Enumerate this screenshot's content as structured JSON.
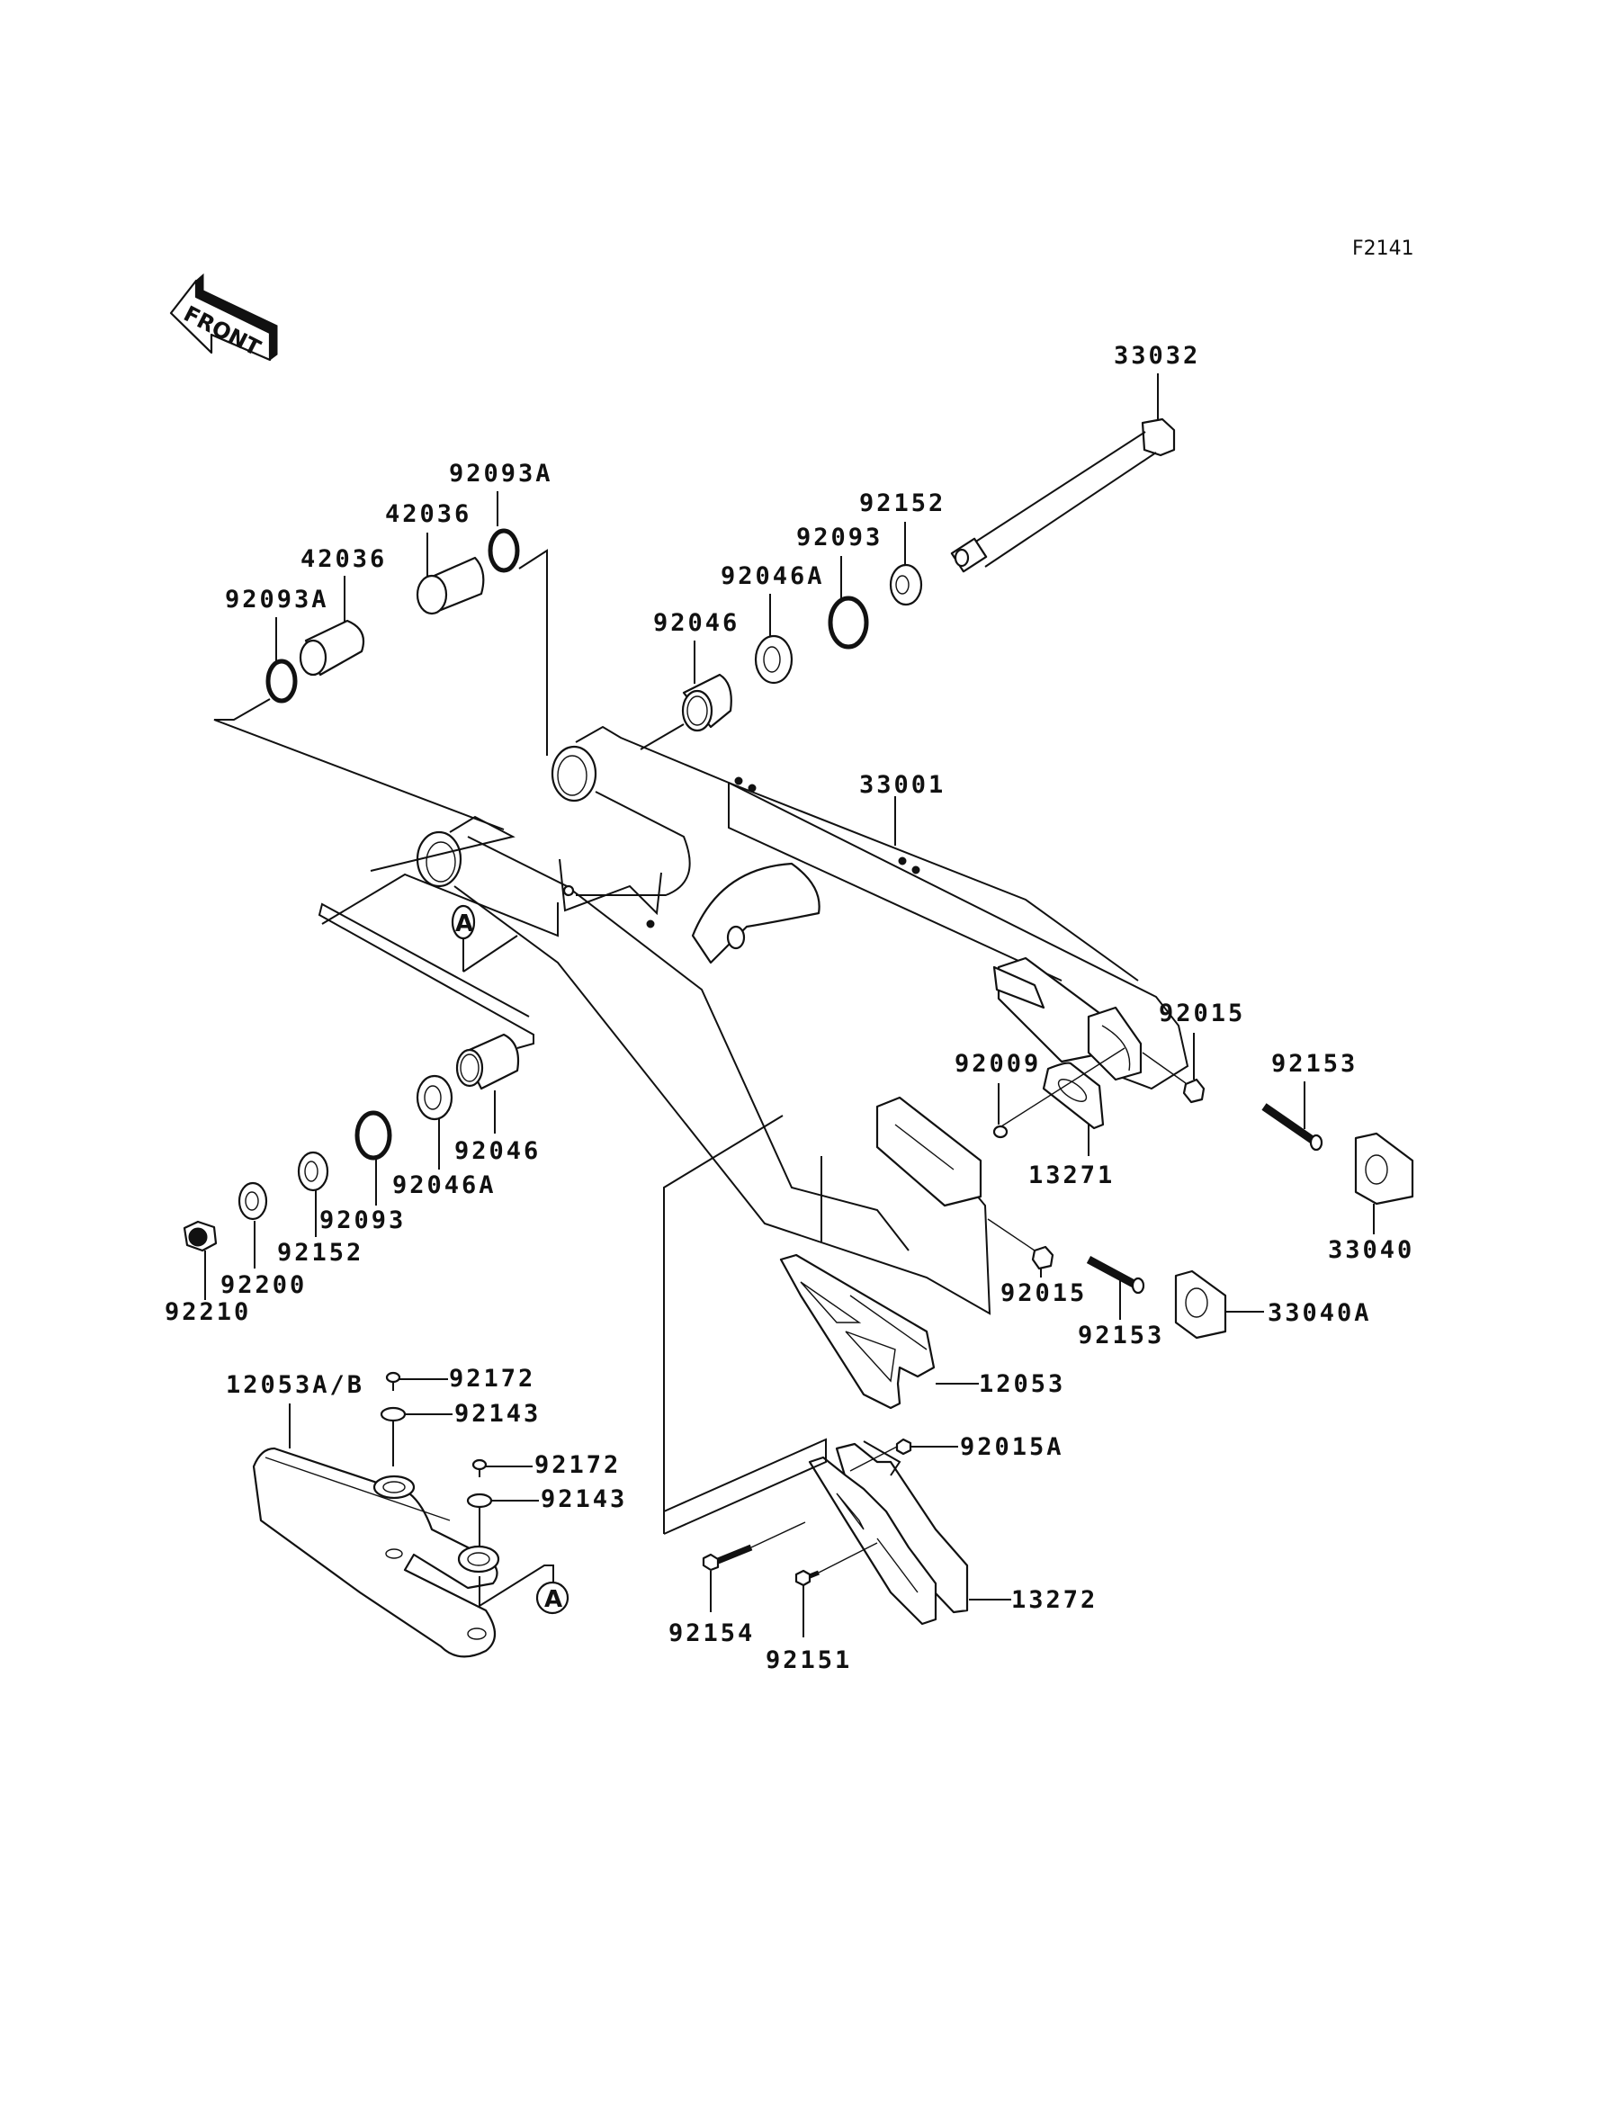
{
  "diagram": {
    "figure_code": "F2141",
    "front_arrow_label": "FRONT",
    "reference_marker": "A",
    "parts": [
      {
        "id": "p-33032",
        "number": "33032",
        "name": "axle"
      },
      {
        "id": "p-92093A-top",
        "number": "92093A",
        "name": "seal"
      },
      {
        "id": "p-42036-top",
        "number": "42036",
        "name": "collar"
      },
      {
        "id": "p-42036",
        "number": "42036",
        "name": "collar"
      },
      {
        "id": "p-92093A",
        "number": "92093A",
        "name": "seal"
      },
      {
        "id": "p-92152-top",
        "number": "92152",
        "name": "washer"
      },
      {
        "id": "p-92093-top",
        "number": "92093",
        "name": "seal"
      },
      {
        "id": "p-92046A-top",
        "number": "92046A",
        "name": "bearing"
      },
      {
        "id": "p-92046-top",
        "number": "92046",
        "name": "needle-bearing"
      },
      {
        "id": "p-33001",
        "number": "33001",
        "name": "swingarm"
      },
      {
        "id": "p-92015-top",
        "number": "92015",
        "name": "nut"
      },
      {
        "id": "p-92153-top",
        "number": "92153",
        "name": "adjuster-bolt"
      },
      {
        "id": "p-92009",
        "number": "92009",
        "name": "screw"
      },
      {
        "id": "p-13271",
        "number": "13271",
        "name": "plate"
      },
      {
        "id": "p-33040",
        "number": "33040",
        "name": "chain-adjuster"
      },
      {
        "id": "p-92015-bot",
        "number": "92015",
        "name": "nut"
      },
      {
        "id": "p-92153-bot",
        "number": "92153",
        "name": "adjuster-bolt"
      },
      {
        "id": "p-33040A",
        "number": "33040A",
        "name": "chain-adjuster"
      },
      {
        "id": "p-92046-bot",
        "number": "92046",
        "name": "needle-bearing"
      },
      {
        "id": "p-92046A-bot",
        "number": "92046A",
        "name": "bearing"
      },
      {
        "id": "p-92093-bot",
        "number": "92093",
        "name": "seal"
      },
      {
        "id": "p-92152-bot",
        "number": "92152",
        "name": "washer"
      },
      {
        "id": "p-92200",
        "number": "92200",
        "name": "washer"
      },
      {
        "id": "p-92210",
        "number": "92210",
        "name": "nut"
      },
      {
        "id": "p-12053AB",
        "number": "12053A/B",
        "name": "chain-slider"
      },
      {
        "id": "p-92172-a",
        "number": "92172",
        "name": "screw"
      },
      {
        "id": "p-92143-a",
        "number": "92143",
        "name": "washer"
      },
      {
        "id": "p-92172-b",
        "number": "92172",
        "name": "screw"
      },
      {
        "id": "p-92143-b",
        "number": "92143",
        "name": "washer"
      },
      {
        "id": "p-12053",
        "number": "12053",
        "name": "chain-guide"
      },
      {
        "id": "p-92015A",
        "number": "92015A",
        "name": "nut"
      },
      {
        "id": "p-13272",
        "number": "13272",
        "name": "chain-guide-plate"
      },
      {
        "id": "p-92154",
        "number": "92154",
        "name": "bolt"
      },
      {
        "id": "p-92151",
        "number": "92151",
        "name": "bolt"
      }
    ]
  }
}
